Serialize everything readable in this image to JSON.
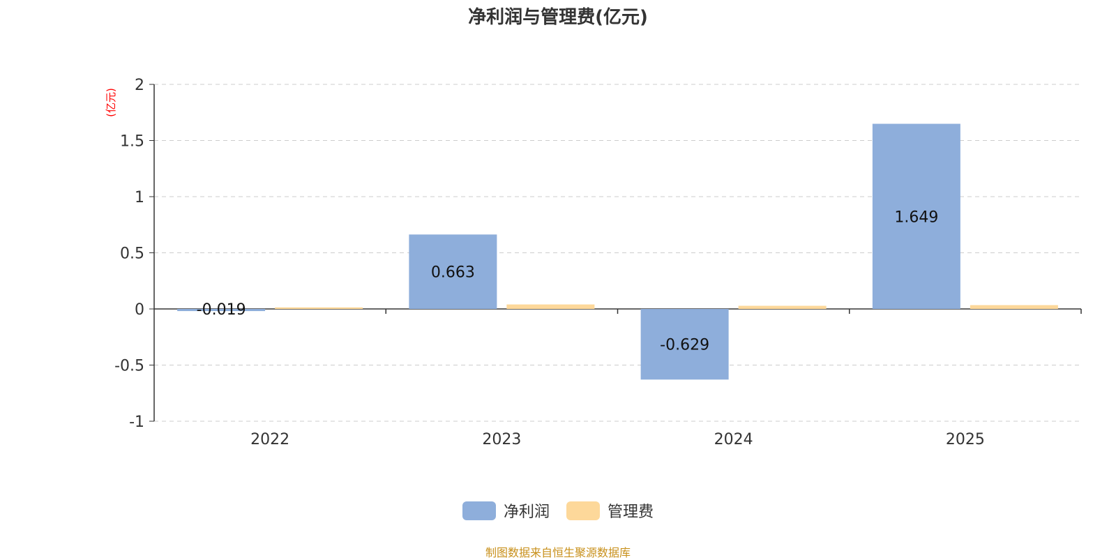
{
  "chart_data": {
    "type": "bar",
    "title": "净利润与管理费(亿元)",
    "ylabel": "(亿元)",
    "xlabel": "",
    "categories": [
      "2022",
      "2023",
      "2024",
      "2025"
    ],
    "series": [
      {
        "name": "净利润",
        "values": [
          -0.019,
          0.663,
          -0.629,
          1.649
        ],
        "color": "#8eaedb",
        "show_labels": true
      },
      {
        "name": "管理费",
        "values": [
          0.014,
          0.04,
          0.028,
          0.034
        ],
        "color": "#fdd89a",
        "show_labels": false
      }
    ],
    "data_labels": [
      "-0.019",
      "0.663",
      "-0.629",
      "1.649"
    ],
    "ylim": [
      -1,
      2
    ],
    "yticks": [
      -1,
      -0.5,
      0,
      0.5,
      1,
      1.5,
      2
    ],
    "ytick_labels": [
      "-1",
      "-0.5",
      "0",
      "0.5",
      "1",
      "1.5",
      "2"
    ],
    "grid": true,
    "legend_position": "bottom-center"
  },
  "source": "制图数据来自恒生聚源数据库",
  "colors": {
    "ylabel": "#ff0000",
    "source": "#c8901b",
    "axis": "#333333",
    "grid": "#cccccc"
  }
}
